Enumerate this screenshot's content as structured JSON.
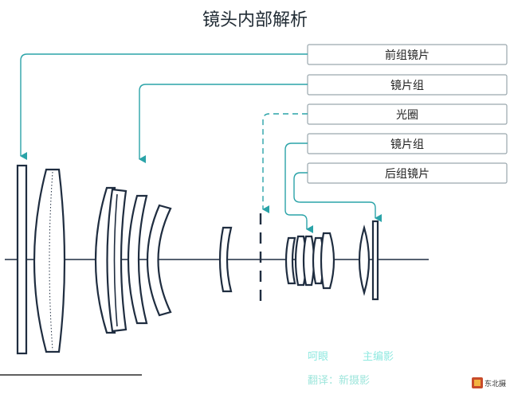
{
  "title": "镜头内部解析",
  "callouts": [
    {
      "label": "前组镜片"
    },
    {
      "label": "镜片组"
    },
    {
      "label": "光圈"
    },
    {
      "label": "镜片组"
    },
    {
      "label": "后组镜片"
    }
  ],
  "credits": {
    "line1_left": "呵眼",
    "line1_right": "主编影",
    "line2": "翻译：新摄影"
  },
  "logo": {
    "text": "东北摄"
  },
  "colors": {
    "leader": "#2aa3a8",
    "lens_outline": "#1f2d40",
    "box_border": "#9aa7ad",
    "credit_text": "#8fe9e0"
  }
}
